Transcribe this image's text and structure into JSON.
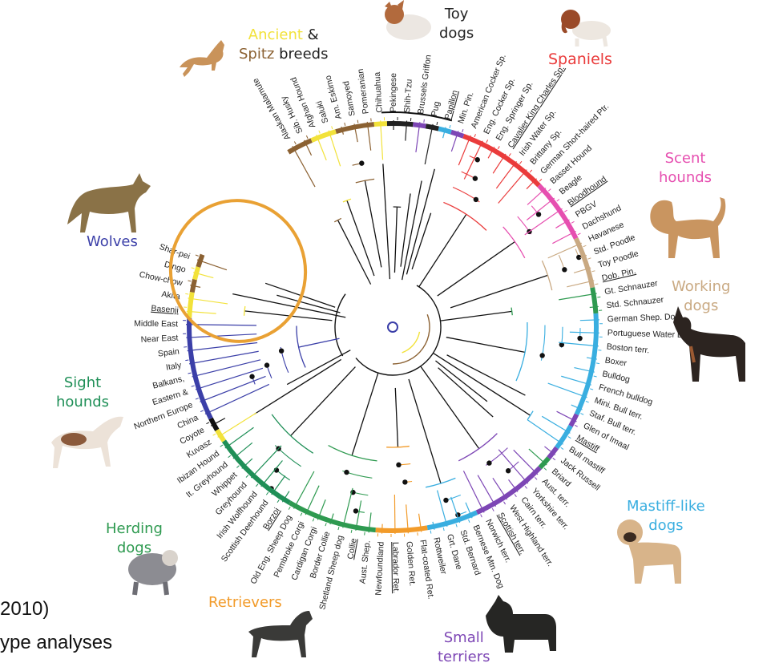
{
  "colors": {
    "wolves": "#3b3fa8",
    "ancient_yellow": "#f2e23a",
    "spitz_brown": "#8b6132",
    "toy": "#222222",
    "spaniels": "#ea3b3b",
    "scent": "#e64fb0",
    "working": "#c9a982",
    "schnauzer_green": "#2e9a50",
    "mastiff": "#39aee0",
    "terriers": "#7d46b5",
    "retrievers": "#f29b2a",
    "herding": "#2e9a50",
    "herding_purple": "#8e3fb8",
    "sight": "#1f8f57",
    "highlight_circle": "#e9a134"
  },
  "groups": {
    "ancient": "Ancient",
    "amp": "&",
    "spitz": "Spitz",
    "breeds": "breeds",
    "toy_1": "Toy",
    "toy_2": "dogs",
    "spaniels": "Spaniels",
    "scent_1": "Scent",
    "scent_2": "hounds",
    "working_1": "Working",
    "working_2": "dogs",
    "wolves": "Wolves",
    "sight_1": "Sight",
    "sight_2": "hounds",
    "herding_1": "Herding",
    "herding_2": "dogs",
    "retrievers": "Retrievers",
    "small_1": "Small",
    "small_2": "terriers",
    "mastiff_1": "Mastiff-like",
    "mastiff_2": "dogs"
  },
  "caption": {
    "line1": "2010)",
    "line2": "ype analyses"
  },
  "icons": [
    "dog-silhouette-icon",
    "wolf-silhouette-icon"
  ],
  "tree": {
    "leaves": [
      {
        "label": "Alaskan Malamute",
        "clade": "spitz"
      },
      {
        "label": "Sib. Husky",
        "clade": "spitz"
      },
      {
        "label": "Afghan Hound",
        "clade": "ancient"
      },
      {
        "label": "Saluki",
        "clade": "ancient"
      },
      {
        "label": "Am. Eskimo",
        "clade": "spitz"
      },
      {
        "label": "Samoyed",
        "clade": "spitz"
      },
      {
        "label": "Pomeranian",
        "clade": "spitz"
      },
      {
        "label": "Chihuahua",
        "clade": "ancient"
      },
      {
        "label": "Pekingese",
        "clade": "toy"
      },
      {
        "label": "Shih-Tzu",
        "clade": "toy"
      },
      {
        "label": "Brussels Griffon",
        "clade": "terriers"
      },
      {
        "label": "Pug",
        "clade": "toy"
      },
      {
        "label": "Papillon",
        "clade": "mastiff",
        "underline": true
      },
      {
        "label": "Min. Pin.",
        "clade": "terriers"
      },
      {
        "label": "American Cocker Sp.",
        "clade": "spaniels"
      },
      {
        "label": "Eng. Cocker Sp.",
        "clade": "spaniels"
      },
      {
        "label": "Eng. Springer Sp.",
        "clade": "spaniels"
      },
      {
        "label": "Cavalier King Charles Sp.",
        "clade": "spaniels",
        "underline": true
      },
      {
        "label": "Irish Water Sp.",
        "clade": "spaniels"
      },
      {
        "label": "Brittany Sp.",
        "clade": "spaniels"
      },
      {
        "label": "German Short-haired Ptr.",
        "clade": "spaniels"
      },
      {
        "label": "Basset Hound",
        "clade": "scent"
      },
      {
        "label": "Beagle",
        "clade": "scent"
      },
      {
        "label": "Bloodhound",
        "clade": "scent",
        "underline": true
      },
      {
        "label": "PBGV",
        "clade": "scent"
      },
      {
        "label": "Dachshund",
        "clade": "scent"
      },
      {
        "label": "Havanese",
        "clade": "working"
      },
      {
        "label": "Std. Poodle",
        "clade": "working"
      },
      {
        "label": "Toy Poodle",
        "clade": "working"
      },
      {
        "label": "Dob. Pin.",
        "clade": "working",
        "underline": true
      },
      {
        "label": "Gt. Schnauzer",
        "clade": "schnauzer"
      },
      {
        "label": "Std. Schnauzer",
        "clade": "schnauzer"
      },
      {
        "label": "German Shep. Dog",
        "clade": "mastiff"
      },
      {
        "label": "Portuguese Water Dog",
        "clade": "mastiff"
      },
      {
        "label": "Boston terr.",
        "clade": "mastiff"
      },
      {
        "label": "Boxer",
        "clade": "mastiff"
      },
      {
        "label": "Bulldog",
        "clade": "mastiff"
      },
      {
        "label": "French bulldog",
        "clade": "mastiff"
      },
      {
        "label": "Mini. Bull terr.",
        "clade": "mastiff"
      },
      {
        "label": "Staf. Bull terr.",
        "clade": "mastiff"
      },
      {
        "label": "Glen of Imaal",
        "clade": "terriers"
      },
      {
        "label": "Mastiff",
        "clade": "mastiff",
        "underline": true
      },
      {
        "label": "Bull mastiff",
        "clade": "mastiff"
      },
      {
        "label": "Jack Russell",
        "clade": "terriers"
      },
      {
        "label": "Briard",
        "clade": "herding"
      },
      {
        "label": "Aust. terr.",
        "clade": "terriers"
      },
      {
        "label": "Yorkshire terr.",
        "clade": "terriers"
      },
      {
        "label": "Cairn terr.",
        "clade": "terriers"
      },
      {
        "label": "West Highland terr.",
        "clade": "terriers"
      },
      {
        "label": "Scottish terr.",
        "clade": "terriers",
        "underline": true
      },
      {
        "label": "Norwich terr.",
        "clade": "terriers"
      },
      {
        "label": "Bernese Mtn. Dog",
        "clade": "mastiff"
      },
      {
        "label": "Std. Bernard",
        "clade": "mastiff"
      },
      {
        "label": "Grt. Dane",
        "clade": "mastiff"
      },
      {
        "label": "Rottweiler",
        "clade": "mastiff"
      },
      {
        "label": "Flat-coated Ret.",
        "clade": "retrievers"
      },
      {
        "label": "Golden Ret.",
        "clade": "retrievers"
      },
      {
        "label": "Labrador Ret.",
        "clade": "retrievers",
        "underline": true
      },
      {
        "label": "Newfoundland",
        "clade": "retrievers"
      },
      {
        "label": "Aust. Shep.",
        "clade": "herding"
      },
      {
        "label": "Collie",
        "clade": "herding",
        "underline": true
      },
      {
        "label": "Shetland Sheep dog",
        "clade": "herding"
      },
      {
        "label": "Border Collie",
        "clade": "herding"
      },
      {
        "label": "Cardigan Corgi",
        "clade": "herding"
      },
      {
        "label": "Pembroke Corgi",
        "clade": "herding"
      },
      {
        "label": "Old Eng. Sheep Dog",
        "clade": "herding"
      },
      {
        "label": "Borzoi",
        "clade": "sight",
        "underline": true
      },
      {
        "label": "Scottish Deerhound",
        "clade": "sight"
      },
      {
        "label": "Irish Wolfhound",
        "clade": "sight"
      },
      {
        "label": "Greyhound",
        "clade": "sight"
      },
      {
        "label": "Whippet",
        "clade": "sight"
      },
      {
        "label": "It. Greyhound",
        "clade": "sight"
      },
      {
        "label": "Ibizan Hound",
        "clade": "sight"
      },
      {
        "label": "Kuvasz",
        "clade": "ancient"
      },
      {
        "label": "Coyote",
        "clade": "outgroup"
      },
      {
        "label": "China",
        "clade": "wolves"
      },
      {
        "label": "Northern Europe",
        "clade": "wolves"
      },
      {
        "label": "Eastern &",
        "clade": "wolves"
      },
      {
        "label": "Balkans,",
        "clade": "wolves"
      },
      {
        "label": "Italy",
        "clade": "wolves"
      },
      {
        "label": "Spain",
        "clade": "wolves"
      },
      {
        "label": "Near East",
        "clade": "wolves"
      },
      {
        "label": "Middle East",
        "clade": "wolves"
      },
      {
        "label": "Basenji",
        "clade": "ancient",
        "underline": true
      },
      {
        "label": "Akita",
        "clade": "ancient"
      },
      {
        "label": "Chow-chow",
        "clade": "spitz"
      },
      {
        "label": "Dingo",
        "clade": "ancient"
      },
      {
        "label": "Shar-pei",
        "clade": "spitz"
      }
    ]
  }
}
